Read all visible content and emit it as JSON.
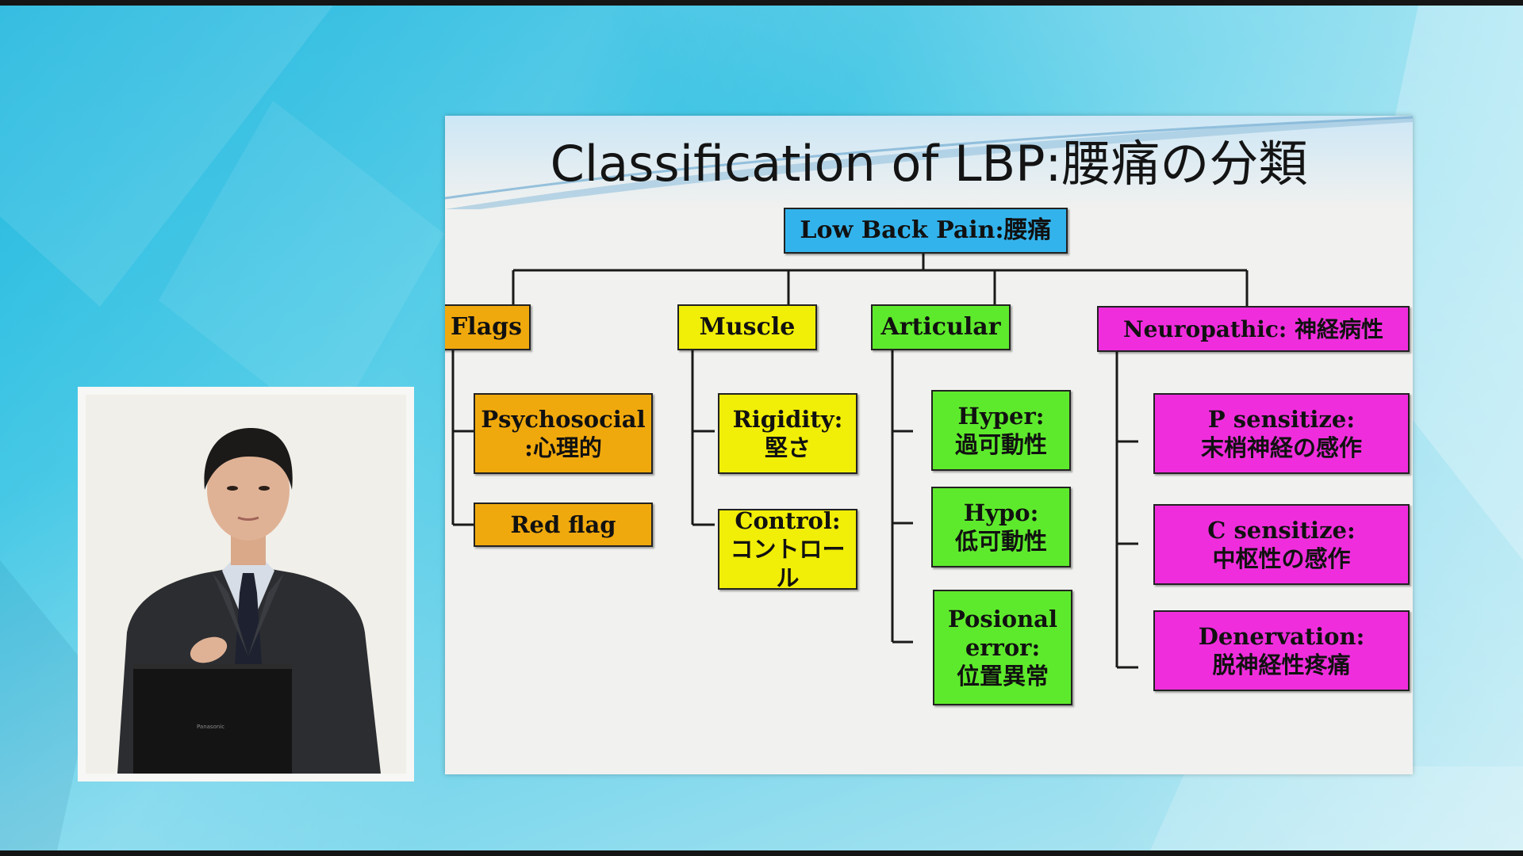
{
  "slide": {
    "title": "Classification of LBP:腰痛の分類",
    "root": "Low Back Pain:腰痛",
    "categories": {
      "flags": "Flags",
      "muscle": "Muscle",
      "articular": "Articular",
      "neuropathic": "Neuropathic: 神経病性"
    },
    "flags_children": [
      "Psychosocial\n:心理的",
      "Red   flag"
    ],
    "muscle_children": [
      "Rigidity:\n堅さ",
      "Control:\nコントロール"
    ],
    "articular_children": [
      "Hyper:\n過可動性",
      "Hypo:\n低可動性",
      "Posional\nerror:\n位置異常"
    ],
    "neuropathic_children": [
      "P   sensitize:\n末梢神経の感作",
      "C   sensitize:\n中枢性の感作",
      "Denervation:\n脱神経性疼痛"
    ]
  },
  "colors": {
    "root": "#33b3ec",
    "flags": "#f0a90d",
    "muscle": "#f1ee07",
    "articular": "#5eea2c",
    "neuropathic": "#f02ddd"
  },
  "presenter": {
    "laptop_brand": "Panasonic"
  }
}
